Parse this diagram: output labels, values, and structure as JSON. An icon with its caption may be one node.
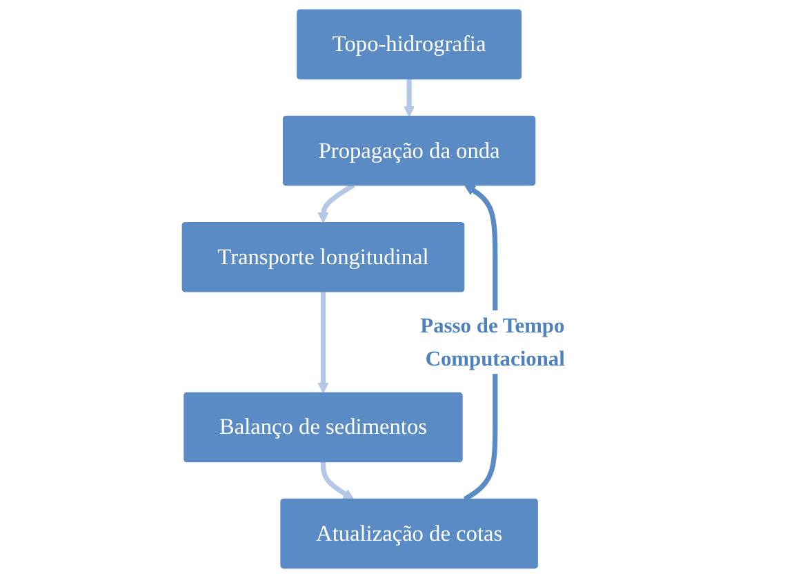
{
  "diagram": {
    "nodes": [
      {
        "text": [
          "Topo-hidrografia"
        ]
      },
      {
        "text": [
          "Propagação da onda"
        ]
      },
      {
        "text": [
          "Transporte longitudinal"
        ]
      },
      {
        "text": [
          "Balanço de sedimentos"
        ]
      },
      {
        "text": [
          "Atualização de cotas"
        ]
      }
    ],
    "edges": [
      {
        "from": 0,
        "to": 1,
        "arrow": "to"
      },
      {
        "from": 1,
        "to": 2,
        "arrow": "to"
      },
      {
        "from": 2,
        "to": 3,
        "arrow": "to"
      },
      {
        "from": 3,
        "to": 4,
        "arrow": "to"
      },
      {
        "from": 4,
        "to": 1,
        "arrow": "to",
        "label": "Passo de Tempo Computacional",
        "color": "#5b8bc5"
      }
    ]
  }
}
